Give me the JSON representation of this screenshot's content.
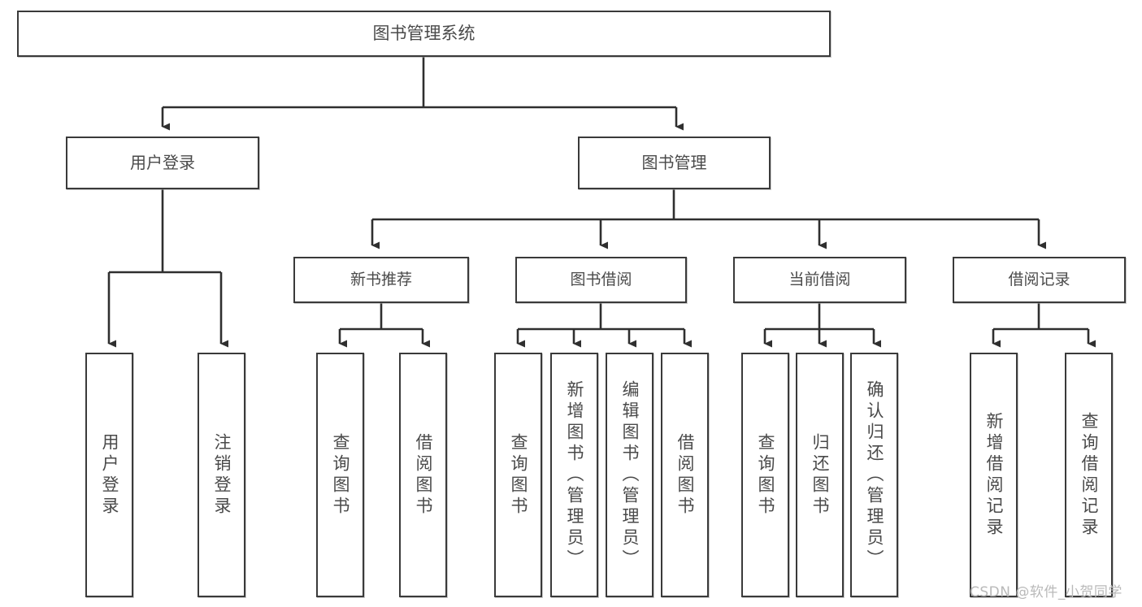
{
  "diagram": {
    "title": "图书管理系统",
    "type": "tree-hierarchy",
    "watermark": "CSDN @软件_小贺同学",
    "colors": {
      "border": "#3a3a3a",
      "text": "#4a4a4a",
      "background": "#ffffff",
      "watermark": "#b9b9b9"
    }
  },
  "nodes": {
    "root": {
      "label": "图书管理系统"
    },
    "level2": [
      {
        "label": "用户登录"
      },
      {
        "label": "图书管理"
      }
    ],
    "level3": [
      {
        "label": "新书推荐"
      },
      {
        "label": "图书借阅"
      },
      {
        "label": "当前借阅"
      },
      {
        "label": "借阅记录"
      }
    ],
    "leaves": {
      "user_login": [
        {
          "label": "用户登录"
        },
        {
          "label": "注销登录"
        }
      ],
      "new_book": [
        {
          "label": "查询图书"
        },
        {
          "label": "借阅图书"
        }
      ],
      "borrow": [
        {
          "label": "查询图书"
        },
        {
          "label": "新增图书（管理员）"
        },
        {
          "label": "编辑图书（管理员）"
        },
        {
          "label": "借阅图书"
        }
      ],
      "current": [
        {
          "label": "查询图书"
        },
        {
          "label": "归还图书"
        },
        {
          "label": "确认归还（管理员）"
        }
      ],
      "records": [
        {
          "label": "新增借阅记录"
        },
        {
          "label": "查询借阅记录"
        }
      ]
    }
  }
}
